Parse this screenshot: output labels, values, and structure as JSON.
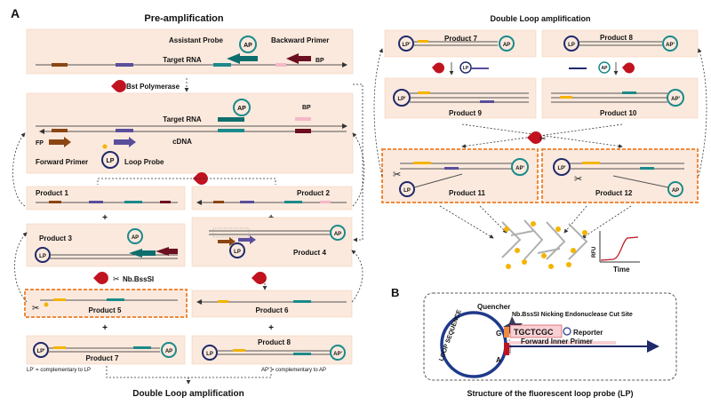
{
  "panel_a": {
    "label": "A",
    "left": {
      "pre_title": "Pre-amplification",
      "assistant_probe": "Assistant Probe",
      "backward_primer": "Backward Primer",
      "ap": "AP",
      "bp": "BP",
      "target_rna": "Target RNA",
      "bst_polymerase": "Bst Polymerase",
      "cdna": "cDNA",
      "fp": "FP",
      "forward_primer": "Forward Primer",
      "lp": "LP",
      "loop_probe": "Loop Probe",
      "product_1": "Product 1",
      "product_2": "Product 2",
      "product_3": "Product 3",
      "product_4": "Product 4",
      "product_5": "Product 5",
      "product_6": "Product 6",
      "product_7": "Product 7",
      "product_8": "Product 8",
      "nb_bsssi": "Nb.BssSI",
      "plus": "+",
      "lp_prime": "LP'",
      "ap_prime": "AP'",
      "note_lp": "LP' = complementary to LP",
      "note_ap": "AP' = complementary to AP",
      "bottom_title": "Double Loop amplification"
    },
    "right": {
      "title": "Double Loop amplification",
      "product_7": "Product 7",
      "product_8": "Product 8",
      "product_9": "Product 9",
      "product_10": "Product 10",
      "product_11": "Product 11",
      "product_12": "Product 12",
      "lp": "LP",
      "ap": "AP",
      "lp_prime": "LP'",
      "ap_prime": "AP'",
      "rfu": "RFU",
      "time": "Time"
    }
  },
  "panel_b": {
    "label": "B",
    "quencher": "Quencher",
    "nicking_site": "Nb.BssSI Nicking Endonuclease Cut Site",
    "reporter": "Reporter",
    "sequence": "TGCTCGC",
    "forward_inner_primer": "Forward Inner Primer",
    "loop_sequence": "LOOP SEQUENCE",
    "nt_g": "G",
    "nt_a": "A",
    "caption": "Structure of the fluorescent loop probe (LP)"
  },
  "colors": {
    "box_fill": "#fbe9dd",
    "orange_border": "#f08a3c",
    "navy": "#1f2a6b",
    "teal": "#1b8a8a",
    "maroon": "#6b1020",
    "brown": "#8b4513",
    "purple": "#5a4e9c",
    "pac_red": "#c1121f",
    "yellow": "#f4b400"
  }
}
